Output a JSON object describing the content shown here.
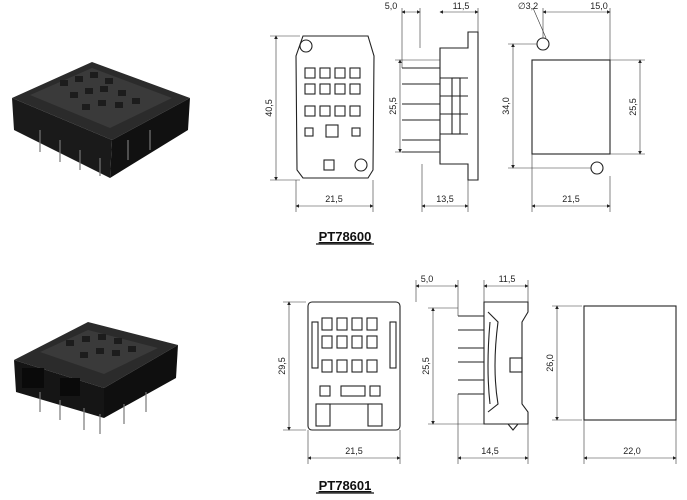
{
  "products": [
    {
      "name": "PT78600",
      "dims": {
        "top_a": "5,0",
        "top_b": "11,5",
        "dia": "∅3,2",
        "top_c": "15,0",
        "height": "40,5",
        "pin_h": "25,5",
        "depth": "34,0",
        "side_h": "25,5",
        "w1": "21,5",
        "w2": "13,5",
        "w3": "21,5"
      }
    },
    {
      "name": "PT78601",
      "dims": {
        "top_a": "5,0",
        "top_b": "11,5",
        "height": "29,5",
        "pin_h": "25,5",
        "side_h": "26,0",
        "w1": "21,5",
        "w2": "14,5",
        "w3": "22,0"
      }
    }
  ]
}
